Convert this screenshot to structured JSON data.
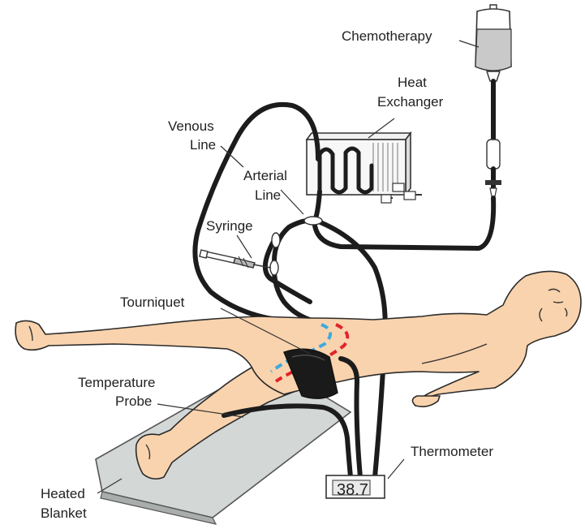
{
  "labels": {
    "chemotherapy": "Chemotherapy",
    "heat_exchanger_line1": "Heat",
    "heat_exchanger_line2": "Exchanger",
    "venous_line_line1": "Venous",
    "venous_line_line2": "Line",
    "arterial_line_line1": "Arterial",
    "arterial_line_line2": "Line",
    "syringe": "Syringe",
    "tourniquet": "Tourniquet",
    "temperature_probe_line1": "Temperature",
    "temperature_probe_line2": "Probe",
    "thermometer": "Thermometer",
    "heated_blanket_line1": "Heated",
    "heated_blanket_line2": "Blanket"
  },
  "thermometer_reading": "38.7",
  "colors": {
    "skin": "#f9d3ad",
    "tubing": "#1c1c1c",
    "blanket": "#d3d7d6",
    "arterial_vessel": "#e0242a",
    "venous_vessel": "#3fa9e0",
    "bag_fluid": "#c9c9c9"
  },
  "icons": {
    "patient": "supine-patient-figure",
    "bag": "iv-bag-icon",
    "exchanger": "heat-exchanger-icon",
    "syringe": "syringe-icon",
    "thermometer": "digital-thermometer-icon"
  }
}
